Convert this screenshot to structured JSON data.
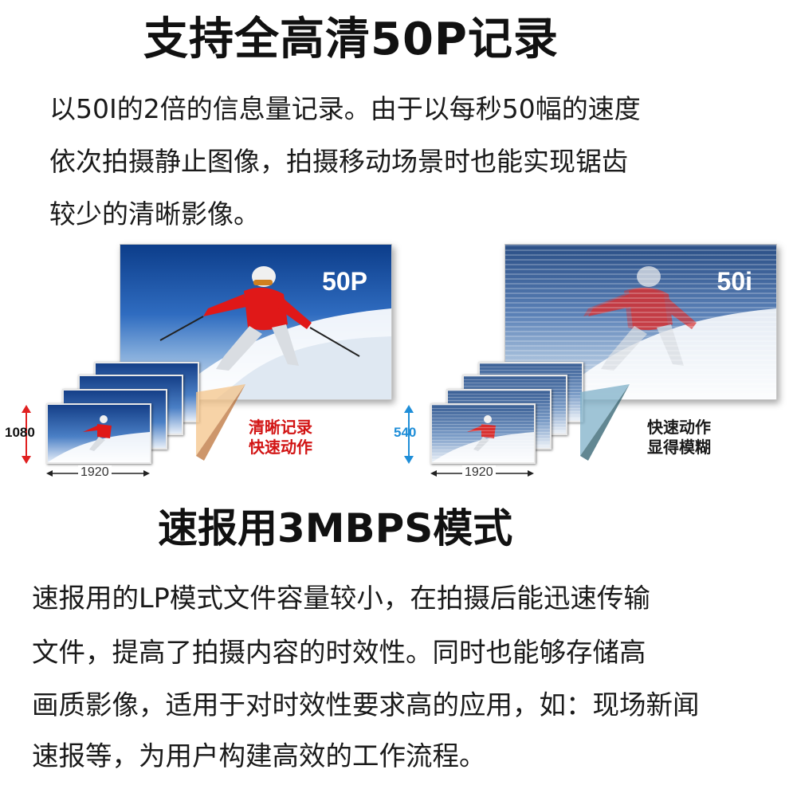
{
  "section1": {
    "title": "支持全高清50P记录",
    "paragraph_lines": [
      "以50I的2倍的信息量记录。由于以每秒50幅的速度",
      "依次拍摄静止图像，拍摄移动场景时也能实现锯齿",
      "较少的清晰影像。"
    ]
  },
  "figure": {
    "progressive": {
      "label": "50P",
      "height_label": "1080",
      "width_label": "1920",
      "caption_lines": [
        "清晰记录",
        "快速动作"
      ]
    },
    "interlaced": {
      "label": "50i",
      "height_label": "540",
      "width_label": "1920",
      "caption_lines": [
        "快速动作",
        "显得模糊"
      ]
    },
    "colors": {
      "caption_red": "#d21414",
      "arrow_red": "#e02020",
      "arrow_blue": "#1f8ed8"
    }
  },
  "section2": {
    "title": "速报用3MBPS模式",
    "paragraph_lines": [
      "速报用的LP模式文件容量较小，在拍摄后能迅速传输",
      "文件，提高了拍摄内容的时效性。同时也能够存储高",
      "画质影像，适用于对时效性要求高的应用，如：现场新闻",
      "速报等，为用户构建高效的工作流程。"
    ]
  }
}
